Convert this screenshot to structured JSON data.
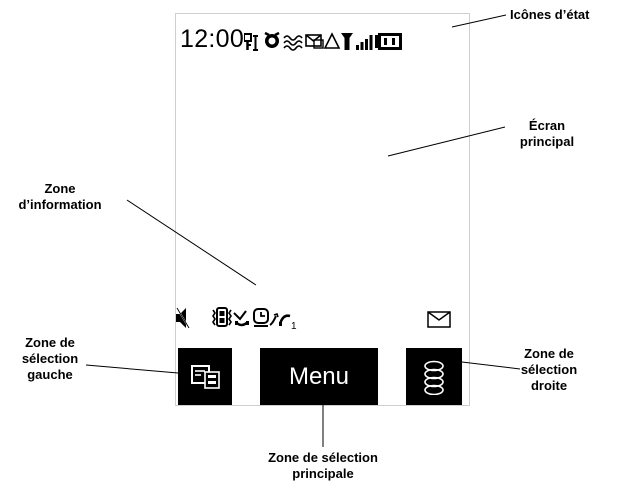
{
  "screen": {
    "time": "12:00",
    "softkeys": {
      "center_label": "Menu"
    },
    "status_icons": [
      "key-lock-icon",
      "alarm-icon",
      "vibrate-icon",
      "envelope-icon",
      "warning-icon",
      "antenna-icon",
      "signal-bars-icon",
      "battery-icon"
    ],
    "info_icons": [
      "speaker-muted-icon",
      "vibrate-icon",
      "missed-call-icon",
      "alarm-clock-icon",
      "call-forward-icon",
      "line-1-icon",
      "envelope-icon"
    ]
  },
  "callouts": {
    "status_icons": "Icônes d’état",
    "main_screen": "Écran principal",
    "main_screen_line1": "Écran",
    "main_screen_line2": "principal",
    "info_zone_line1": "Zone",
    "info_zone_line2": "d’information",
    "left_select_line1": "Zone de",
    "left_select_line2": "sélection",
    "left_select_line3": "gauche",
    "right_select_line1": "Zone de",
    "right_select_line2": "sélection",
    "right_select_line3": "droite",
    "main_select_line1": "Zone de sélection",
    "main_select_line2": "principale"
  }
}
